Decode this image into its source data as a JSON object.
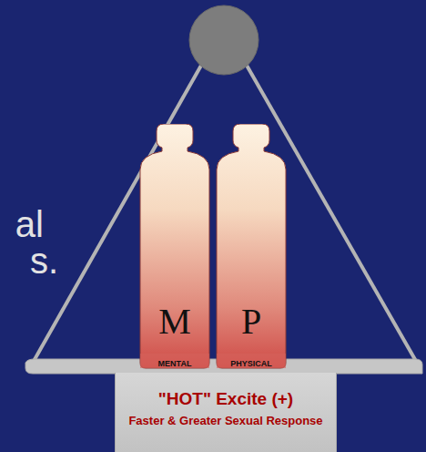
{
  "diagram": {
    "nodes": [
      {
        "text": [
          "M",
          "MENTAL"
        ]
      },
      {
        "text": [
          "P",
          "PHYSICAL"
        ]
      },
      {
        "text": [
          "\"HOT\" Excite (+)",
          "Faster & Greater Sexual Response"
        ]
      }
    ],
    "labels": [
      "al",
      "s."
    ]
  }
}
